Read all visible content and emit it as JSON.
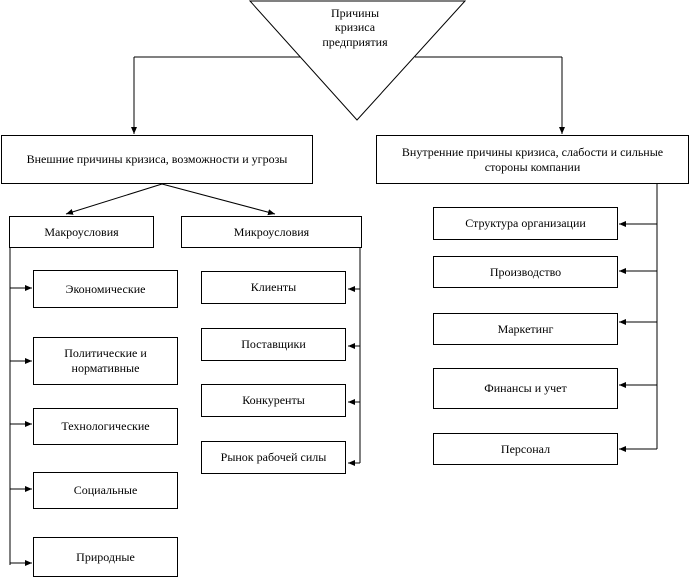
{
  "top": {
    "line1": "Причины",
    "line2": "кризиса",
    "line3": "предприятия"
  },
  "external": {
    "title": "Внешние причины кризиса, возможности и угрозы",
    "macro": {
      "title": "Макроусловия",
      "items": [
        "Экономические",
        "Политические и нормативные",
        "Технологические",
        "Социальные",
        "Природные"
      ]
    },
    "micro": {
      "title": "Микроусловия",
      "items": [
        "Клиенты",
        "Поставщики",
        "Конкуренты",
        "Рынок рабочей силы"
      ]
    }
  },
  "internal": {
    "title": "Внутренние причины кризиса, слабости и сильные стороны компании",
    "items": [
      "Структура организации",
      "Производство",
      "Маркетинг",
      "Финансы и учет",
      "Персонал"
    ]
  }
}
